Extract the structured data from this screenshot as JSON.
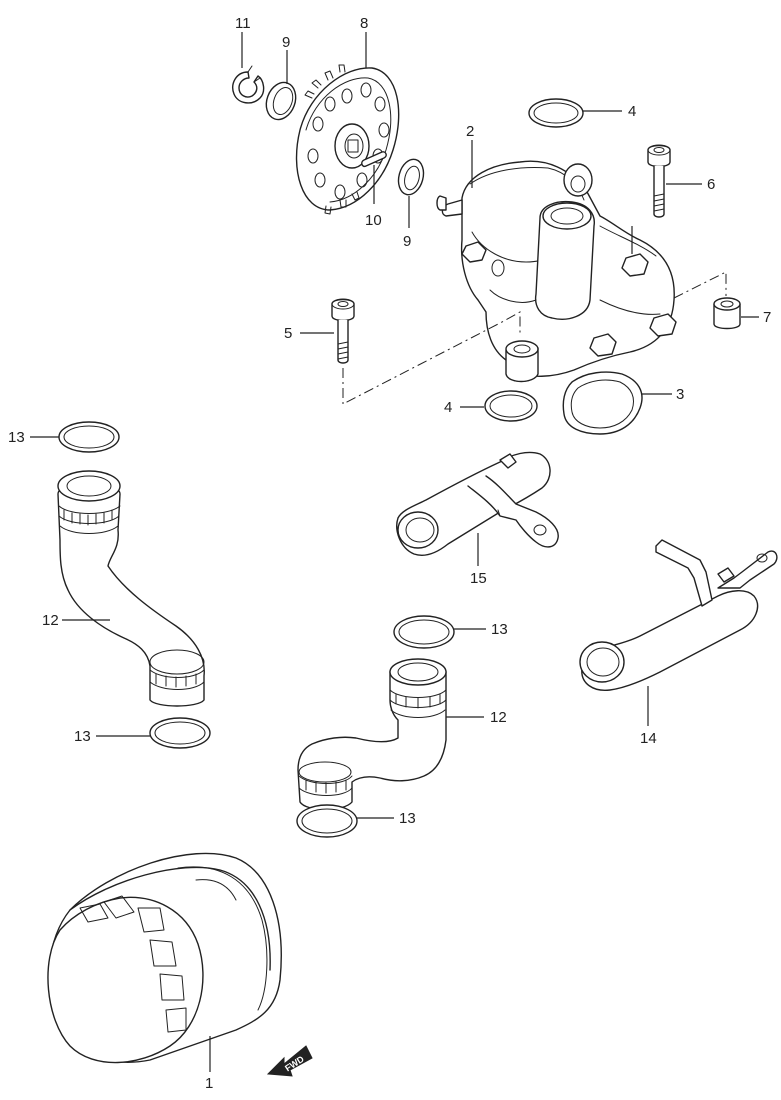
{
  "callouts": {
    "c1": "1",
    "c2": "2",
    "c3": "3",
    "c4a": "4",
    "c4b": "4",
    "c5": "5",
    "c6": "6",
    "c7": "7",
    "c8": "8",
    "c9a": "9",
    "c9b": "9",
    "c10": "10",
    "c11": "11",
    "c12a": "12",
    "c12b": "12",
    "c13a": "13",
    "c13b": "13",
    "c13c": "13",
    "c13d": "13",
    "c14": "14",
    "c15": "15"
  },
  "fwd_arrow": {
    "label": "FWD"
  },
  "colors": {
    "line": "#222222",
    "background": "#ffffff"
  }
}
